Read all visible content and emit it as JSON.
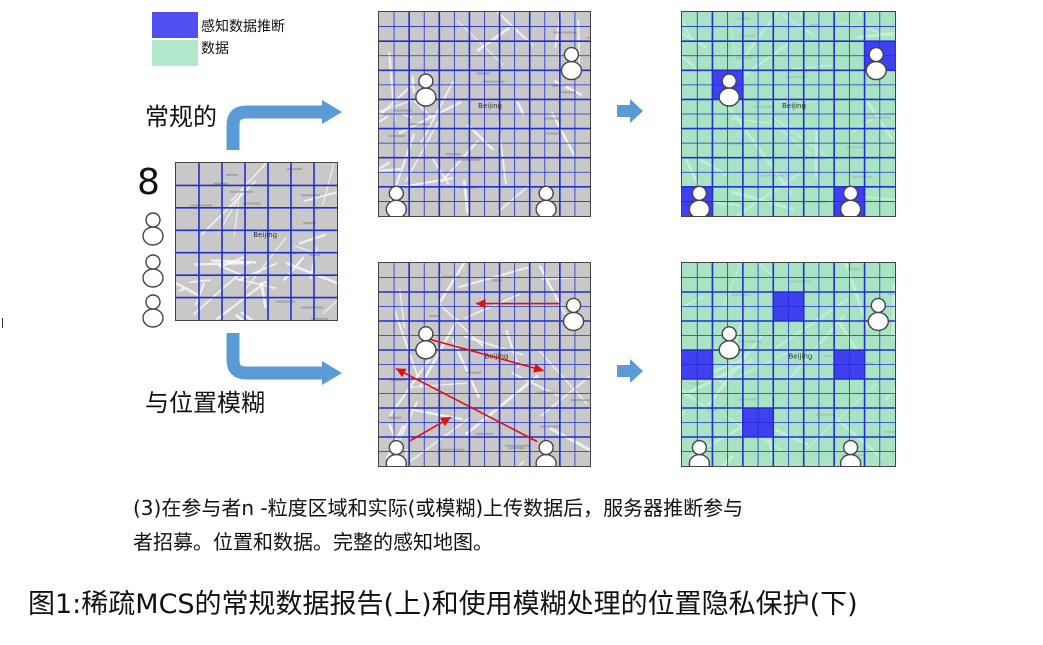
{
  "legend": {
    "items": [
      {
        "label": "感知数据推断",
        "color": "#5050f0"
      },
      {
        "label": "数据",
        "color": "#b2e8cc"
      }
    ]
  },
  "labels": {
    "regular": "常规的",
    "fuzzy": "与位置模糊",
    "stray_digit": "8"
  },
  "map": {
    "city_label": "Beijing"
  },
  "caption": {
    "line1": "(3)在参与者n -粒度区域和实际(或模糊)上传数据后，服务器推断参与",
    "line2": "者招募。位置和数据。完整的感知地图。"
  },
  "figure_title": "图1:稀疏MCS的常规数据报告(上)和使用模糊处理的位置隐私保护(下)",
  "colors": {
    "arrow_blue": "#5b9bd5",
    "grid_blue": "#1f2fd0",
    "inferred_cell": "#4040f0",
    "data_cell": "#a8e4c4",
    "map_gray": "#c8c8c8",
    "red_arrow": "#e01010"
  }
}
